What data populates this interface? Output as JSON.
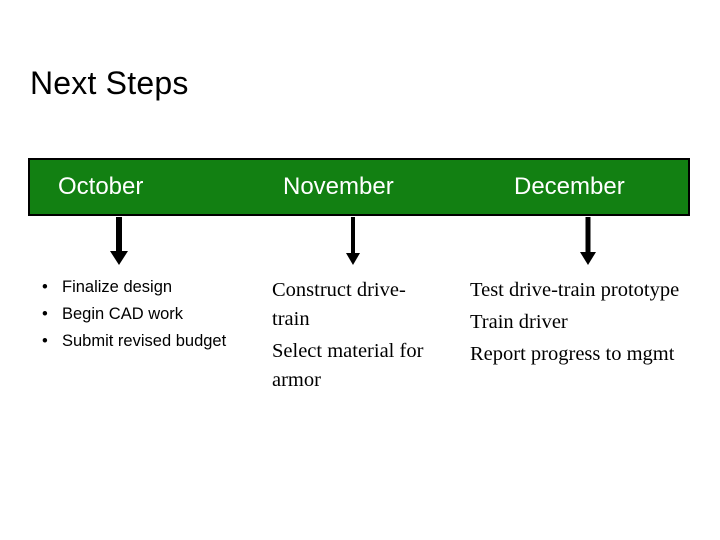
{
  "slide": {
    "title": "Next Steps",
    "background_color": "#ffffff",
    "accent_color": "#128012",
    "header_text_color": "#ffffff",
    "body_text_color": "#000000"
  },
  "timeline": {
    "months": [
      {
        "label": "October",
        "arrow_icon": "down-arrow-icon"
      },
      {
        "label": "November",
        "arrow_icon": "down-arrow-icon"
      },
      {
        "label": "December",
        "arrow_icon": "down-arrow-icon"
      }
    ]
  },
  "columns": {
    "october": {
      "bullet_glyph": "•",
      "items": [
        "Finalize design",
        "Begin CAD work",
        "Submit revised budget"
      ]
    },
    "november": {
      "items": [
        "Construct drive-train",
        "Select material for armor"
      ]
    },
    "december": {
      "items": [
        "Test drive-train prototype",
        "Train driver",
        "Report progress to mgmt"
      ]
    }
  }
}
